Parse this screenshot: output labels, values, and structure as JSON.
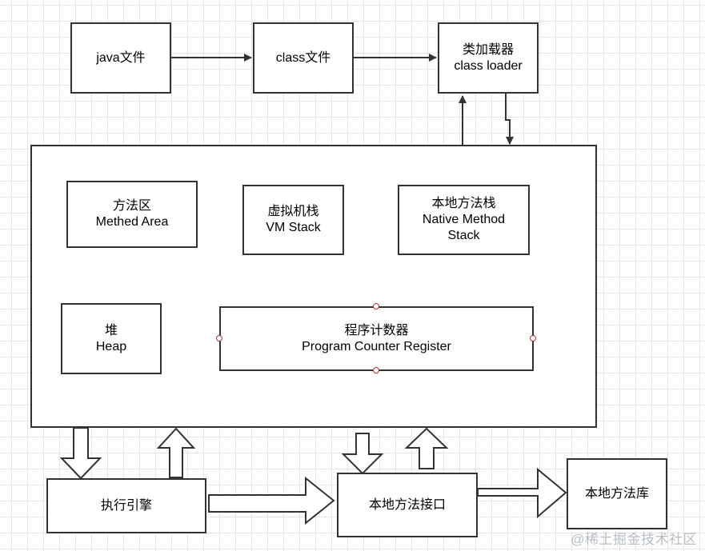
{
  "nodes": {
    "java_file": "java文件",
    "class_file": "class文件",
    "class_loader": [
      "类加载器",
      "class loader"
    ],
    "method_area": [
      "方法区",
      "Methed Area"
    ],
    "vm_stack": [
      "虚拟机栈",
      "VM Stack"
    ],
    "native_method_stack": [
      "本地方法栈",
      "Native Method",
      "Stack"
    ],
    "heap": [
      "堆",
      "Heap"
    ],
    "program_counter": [
      "程序计数器",
      "Program Counter Register"
    ],
    "execution_engine": "执行引擎",
    "native_interface": "本地方法接口",
    "native_library": "本地方法库"
  },
  "watermark": "@稀土掘金技术社区",
  "colors": {
    "stroke": "#333333",
    "grid": "#e6e6e6",
    "handle": "#aa3333"
  }
}
